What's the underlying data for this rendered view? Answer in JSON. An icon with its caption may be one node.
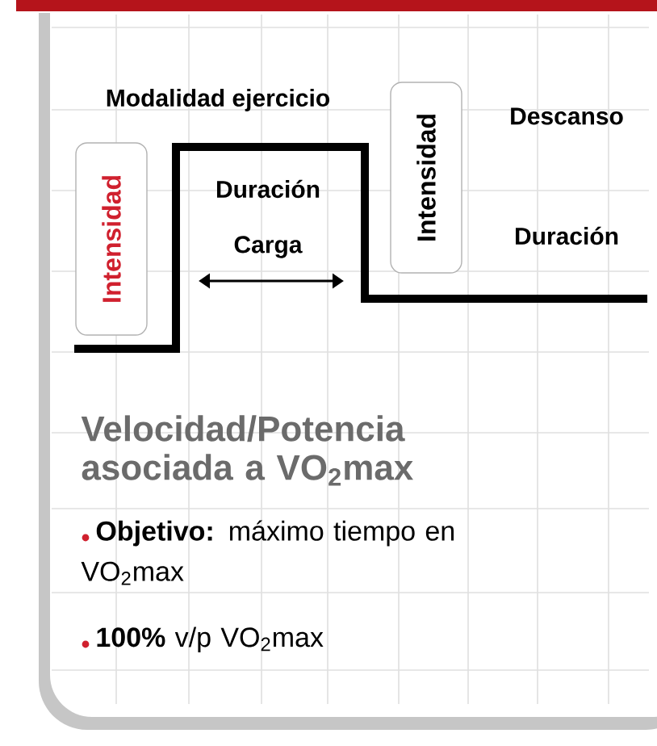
{
  "diagram": {
    "title": "Velocidad/Potencia asociada a VO$_{2}$max",
    "nodes": [
      {
        "text": [
          "Intensidad"
        ]
      },
      {
        "text": [
          "Intensidad"
        ]
      }
    ],
    "labels": [
      "Modalidad ejercicio",
      "Descanso",
      "Duración",
      "Duración",
      "Carga",
      "**Objetivo:** máximo tiempo en VO$_{2}$max",
      "**100%** v/p VO$_{2}$max"
    ]
  }
}
